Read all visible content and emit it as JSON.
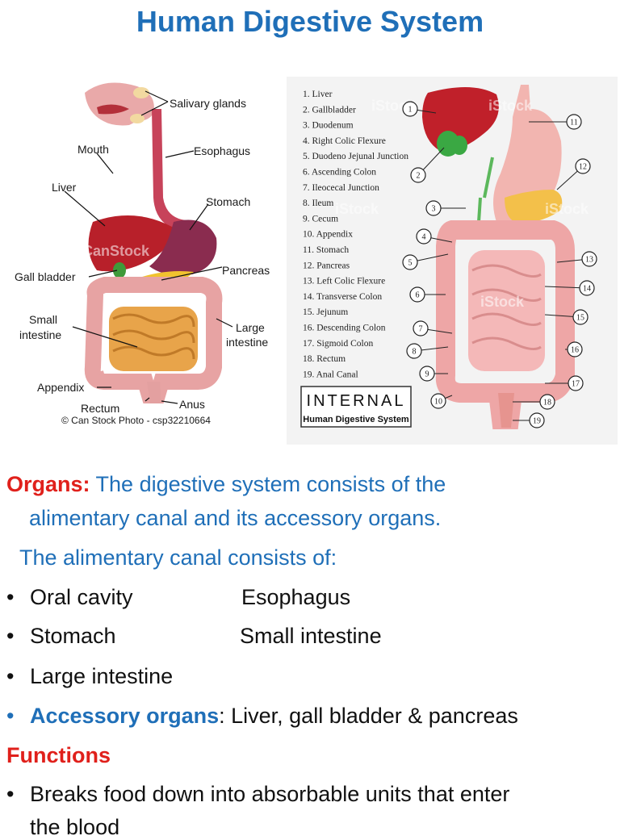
{
  "title": "Human Digestive System",
  "left_figure": {
    "labels": {
      "salivary": "Salivary glands",
      "mouth": "Mouth",
      "esophagus": "Esophagus",
      "liver": "Liver",
      "stomach": "Stomach",
      "pancreas": "Pancreas",
      "gall": "Gall bladder",
      "small1": "Small",
      "small2": "intestine",
      "large1": "Large",
      "large2": "intestine",
      "appendix": "Appendix",
      "rectum": "Rectum",
      "anus": "Anus",
      "credit": "© Can Stock Photo - csp32210664",
      "watermark": "CanStock"
    }
  },
  "right_figure": {
    "legend": [
      "1. Liver",
      "2. Gallbladder",
      "3. Duodenum",
      "4. Right Colic Flexure",
      "5. Duodeno Jejunal Junction",
      "6. Ascending Colon",
      "7. Ileocecal Junction",
      "8. Ileum",
      "9. Cecum",
      "10. Appendix",
      "11. Stomach",
      "12. Pancreas",
      "13. Left Colic Flexure",
      "14. Transverse Colon",
      "15. Jejunum",
      "16. Descending Colon",
      "17. Sigmoid Colon",
      "18. Rectum",
      "19. Anal Canal"
    ],
    "badge_title": "INTERNAL",
    "badge_sub": "Human Digestive System",
    "watermark": "iStock",
    "numbers": [
      "1",
      "2",
      "3",
      "4",
      "5",
      "6",
      "7",
      "8",
      "9",
      "10",
      "11",
      "12",
      "13",
      "14",
      "15",
      "16",
      "17",
      "18",
      "19"
    ]
  },
  "body": {
    "organs_label": "Organs:",
    "organs_text1": " The digestive system consists of the",
    "organs_text2": "alimentary canal and its accessory organs.",
    "canal_line": "The alimentary canal consists of:",
    "row1_a": "Oral cavity",
    "row1_b": "Esophagus",
    "row2_a": "Stomach",
    "row2_b": "Small intestine",
    "row3": " Large intestine",
    "accessory_label": "Accessory organs",
    "accessory_text": ": Liver, gall bladder & pancreas",
    "functions_label": "Functions",
    "func1": "Breaks food down into absorbable units that enter",
    "func1_cont": "the blood",
    "bullet": "•"
  }
}
